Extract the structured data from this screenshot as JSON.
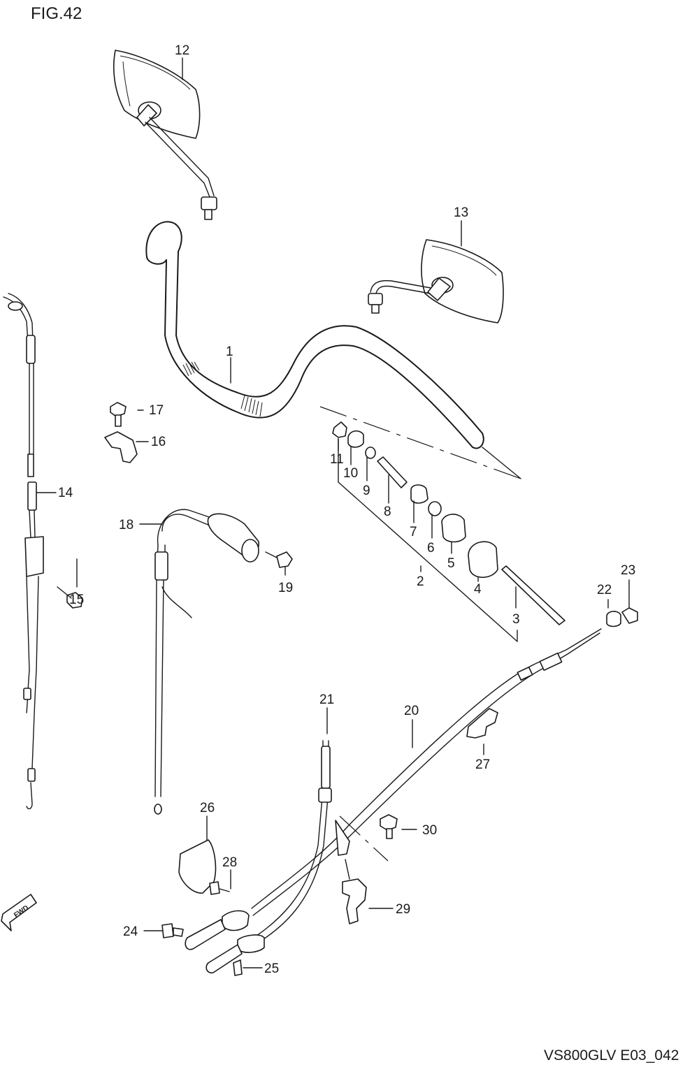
{
  "figure": {
    "title": "FIG.42",
    "footer": "VS800GLV E03_042",
    "fwd_label": "FWD"
  },
  "callouts": [
    {
      "id": "1",
      "text": "1"
    },
    {
      "id": "2",
      "text": "2"
    },
    {
      "id": "3",
      "text": "3"
    },
    {
      "id": "4",
      "text": "4"
    },
    {
      "id": "5",
      "text": "5"
    },
    {
      "id": "6",
      "text": "6"
    },
    {
      "id": "7",
      "text": "7"
    },
    {
      "id": "8",
      "text": "8"
    },
    {
      "id": "9",
      "text": "9"
    },
    {
      "id": "10",
      "text": "10"
    },
    {
      "id": "11",
      "text": "11"
    },
    {
      "id": "12",
      "text": "12"
    },
    {
      "id": "13",
      "text": "13"
    },
    {
      "id": "14",
      "text": "14"
    },
    {
      "id": "15",
      "text": "15"
    },
    {
      "id": "16",
      "text": "16"
    },
    {
      "id": "17",
      "text": "17"
    },
    {
      "id": "18",
      "text": "18"
    },
    {
      "id": "19",
      "text": "19"
    },
    {
      "id": "20",
      "text": "20"
    },
    {
      "id": "21",
      "text": "21"
    },
    {
      "id": "22",
      "text": "22"
    },
    {
      "id": "23",
      "text": "23"
    },
    {
      "id": "24",
      "text": "24"
    },
    {
      "id": "25",
      "text": "25"
    },
    {
      "id": "26",
      "text": "26"
    },
    {
      "id": "27",
      "text": "27"
    },
    {
      "id": "28",
      "text": "28"
    },
    {
      "id": "29",
      "text": "29"
    },
    {
      "id": "30",
      "text": "30"
    }
  ]
}
